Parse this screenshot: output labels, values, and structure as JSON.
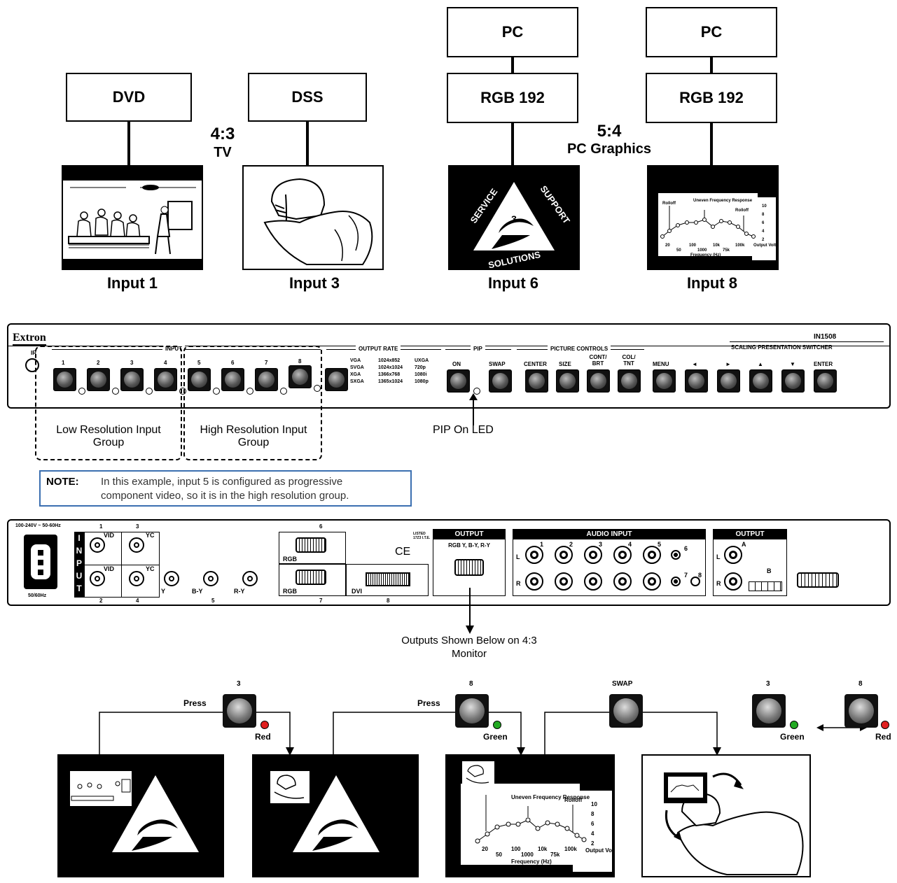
{
  "sources": [
    {
      "top_label": "",
      "label": "DVD"
    },
    {
      "top_label": "",
      "label": "DSS"
    },
    {
      "top_label": "PC",
      "label": "RGB 192"
    },
    {
      "top_label": "PC",
      "label": "RGB 192"
    }
  ],
  "aspects": {
    "tv_ratio": "4:3",
    "tv_label": "TV",
    "pc_ratio": "5:4",
    "pc_label": "PC Graphics"
  },
  "inputs": [
    "Input  1",
    "Input  3",
    "Input  6",
    "Input  8"
  ],
  "graph": {
    "rolloff_left": "Rolloff",
    "uneven": "Uneven  Frequency Response",
    "rolloff_right": "Rolloff",
    "x_ticks_top": [
      "20",
      "100",
      "10k",
      "100k"
    ],
    "x_ticks_bottom": [
      "50",
      "1000",
      "75k"
    ],
    "y_ticks": [
      "10",
      "8",
      "6",
      "4",
      "2"
    ],
    "y_title": "Output Voltage",
    "x_title": "Frequency (Hz)"
  },
  "logo": {
    "service": "SERVICE",
    "support": "SUPPORT",
    "solutions": "SOLUTIONS",
    "number": "3"
  },
  "front_panel": {
    "brand": "Extron",
    "model": "IN1508",
    "model_desc": "SCALING PRESENTATION SWITCHER",
    "ir": "IR",
    "group_input": "INPUT",
    "group_output_rate": "OUTPUT RATE",
    "group_pip": "PIP",
    "group_picture": "PICTURE CONTROLS",
    "input_buttons": [
      "1",
      "2",
      "3",
      "4",
      "5",
      "6",
      "7",
      "8"
    ],
    "rates_col1": [
      "VGA",
      "SVGA",
      "XGA",
      "SXGA"
    ],
    "rates_col2": [
      "1024x852",
      "1024x1024",
      "1366x768",
      "1365x1024"
    ],
    "rates_col3": [
      "UXGA",
      "720p",
      "1080i",
      "1080p"
    ],
    "pip_buttons": [
      "ON",
      "SWAP"
    ],
    "picture_buttons": [
      "CENTER",
      "SIZE",
      "CONT/ BRT",
      "COL/ TNT"
    ],
    "nav_buttons": [
      "MENU",
      "◄",
      "►",
      "▲",
      "▼",
      "ENTER"
    ]
  },
  "groups": {
    "low": "Low Resolution Input Group",
    "high": "High Resolution Input Group",
    "pip_led": "PIP On LED"
  },
  "note": {
    "label": "NOTE:",
    "text_line1": "In this example, input 5 is configured as progressive",
    "text_line2": "component video, so it is in the high resolution group."
  },
  "rear_panel": {
    "power_top": "100-240V ~ 50-60Hz",
    "power_bottom": "50/60Hz",
    "input_vertical": [
      "I",
      "N",
      "P",
      "U",
      "T"
    ],
    "vid": "VID",
    "yc": "YC",
    "in_nums": [
      "1",
      "3",
      "2",
      "4"
    ],
    "comp_labels": [
      "Y",
      "B-Y",
      "R-Y"
    ],
    "comp_num": "5",
    "rgb": "RGB",
    "rgb6": "6",
    "rgb7": "7",
    "dvi": "DVI",
    "dvi8": "8",
    "listed": "LISTED 17Z3 I.T.E.",
    "ce": "CE",
    "output_title": "OUTPUT",
    "output_desc": "RGB Y, B-Y, R-Y",
    "audio_title": "AUDIO INPUT",
    "audio_nums": [
      "1",
      "2",
      "3",
      "4",
      "5",
      "6",
      "7",
      "8"
    ],
    "l": "L",
    "r": "R",
    "output2_title": "OUTPUT",
    "out_a": "A",
    "out_b": "B"
  },
  "outputs_caption": "Outputs Shown Below on 4:3 Monitor",
  "sequence": {
    "step1_btn": "3",
    "step1_press": "Press",
    "step1_led": "Red",
    "step2_btn": "8",
    "step2_press": "Press",
    "step2_led": "Green",
    "step3_btn": "SWAP",
    "step4_btn_a": "3",
    "step4_led_a": "Green",
    "step4_btn_b": "8",
    "step4_led_b": "Red"
  },
  "colors": {
    "red_led": "#e02020",
    "green_led": "#22aa22",
    "note_border": "#3b6fb0"
  }
}
